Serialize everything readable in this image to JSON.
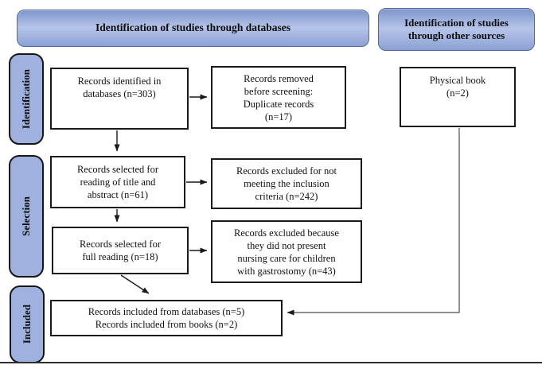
{
  "banners": {
    "databases": "Identification of studies through databases",
    "other_sources": "Identification of studies\nthrough other sources"
  },
  "stages": {
    "identification": "Identification",
    "selection": "Selection",
    "included": "Included"
  },
  "boxes": {
    "identified": "Records identified in\ndatabases (n=303)",
    "removed": "Records removed\nbefore screening:\nDuplicate records\n(n=17)",
    "physical_book": "Physical book\n(n=2)",
    "title_abstract": "Records selected for\nreading of title and\nabstract (n=61)",
    "excluded_criteria": "Records excluded for not\nmeeting the inclusion\ncriteria (n=242)",
    "full_reading": "Records selected for\nfull reading (n=18)",
    "excluded_gastrostomy": "Records excluded because\nthey did not present\nnursing care for children\nwith gastrostomy (n=43)",
    "included_final": "Records included from databases (n=5)\nRecords included from books (n=2)"
  },
  "colors": {
    "banner_top": "#7e95ca",
    "banner_mid": "#b6c4e9",
    "banner_bottom": "#8ca1d4",
    "stage_fill": "#9fb2df",
    "box_border": "#1a1a1a",
    "arrow": "#1a1a1a",
    "connector": "#4a4a4a"
  }
}
